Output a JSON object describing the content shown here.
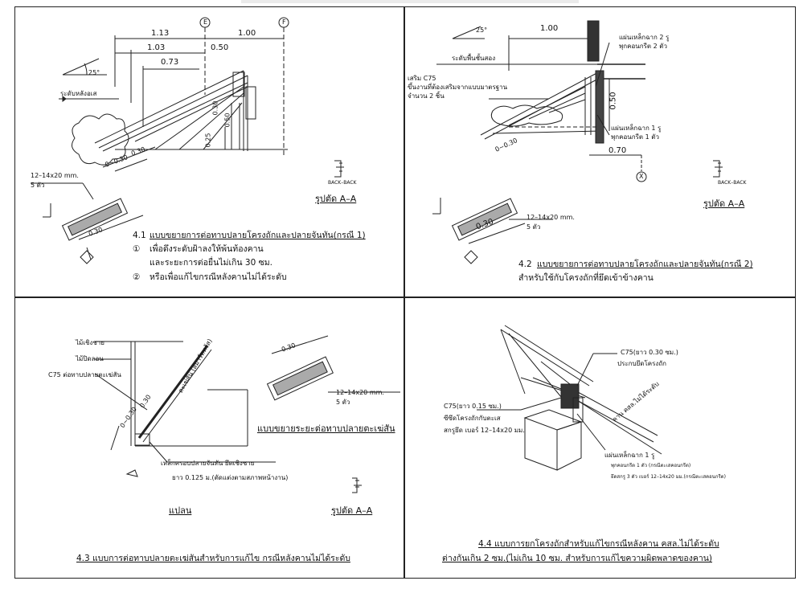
{
  "panel1": {
    "grid_e": "E",
    "grid_f": "F",
    "dim_113": "1.13",
    "dim_100": "1.00",
    "dim_103": "1.03",
    "dim_050": "0.50",
    "dim_073": "0.73",
    "angle": "25°",
    "level_label": "ระดับหลังอเส",
    "dim_030_v": "0.30",
    "dim_050_v": "0.50",
    "dim_025_v": "0.25",
    "dim_030_a": "0.30",
    "dim_030_b": "0~0.30",
    "bolt_label": "12–14x20 mm.",
    "bolt_count": "5 ตัว",
    "dim_030_c": "0.30",
    "back_back": "BACK–BACK",
    "section_label": "รูปตัด A–A",
    "caption_num": "4.1",
    "caption_title": "แบบขยายการต่อทาบปลายโครงถักและปลายจันทัน(กรณี 1)",
    "item1_mark": "①",
    "item1_line1": "เพื่อดึงระดับฝ้าลงให้พ้นท้องคาน",
    "item1_line2": "และระยะการต่อยื่นไม่เกิน 30 ซม.",
    "item2_mark": "②",
    "item2_line": "หรือเพื่อแก้ไขกรณีหลังคานไม่ได้ระดับ"
  },
  "panel2": {
    "angle": "25°",
    "dim_100": "1.00",
    "level_label": "ระดับพื้นชั้นสอง",
    "plate_top": "แผ่นเหล็กฉาก 2 รู",
    "plate_top_sub": "พุกคอนกรีต 2 ตัว",
    "reinf_1": "เสริม C75",
    "reinf_2": "ขึ้นงานที่ต้องเสริมจากแบบมาตรฐาน",
    "reinf_3": "จำนวน 2 ชิ้น",
    "dim_050_v": "0.50",
    "plate_bottom": "แผ่นเหล็กฉาก 1 รู",
    "plate_bottom_sub": "พุกคอนกรีต 1 ตัว",
    "dim_030_a": "0~0.30",
    "dim_070": "0.70",
    "grid_x": "X",
    "back_back": "BACK–BACK",
    "section_label": "รูปตัด A–A",
    "dim_030_c": "0.30",
    "bolt_label": "12–14x20 mm.",
    "bolt_count": "5 ตัว",
    "caption_num": "4.2",
    "caption_title": "แบบขยายการต่อทาบปลายโครงถักและปลายจันทัน(กรณี 2)",
    "caption_sub": "สำหรับใช้กับโครงถักที่ยึดเข้าข้างคาน"
  },
  "panel3": {
    "label_1": "ไม้เชิงชาย",
    "label_2": "ไม้ปิดลอน",
    "label_3": "C75 ต่อทาบปลายตะเฆ่สัน",
    "label_diag": "ตะเฆ่สัน (สมาร์ททรัส)",
    "dim_030": "0.30",
    "dim_030_b": "0~0.30",
    "steel_label": "เหล็กครอบปลายจันทัน ยึดเชิงชาย",
    "steel_sub": "ยาว 0.125 ม.(ตัดแต่งตามสภาพหน้างาน)",
    "plan_label": "แปลน",
    "dim_030_c": "0.30",
    "bolt_label": "12–14x20 mm.",
    "bolt_count": "5 ตัว",
    "detail_title": "แบบขยายระยะต่อทาบปลายตะเฆ่สัน",
    "section_label": "รูปตัด A–A",
    "caption": "4.3 แบบการต่อทาบปลายตะเฆ่สันสำหรับการแก้ไข กรณีหลังคานไม่ได้ระดับ"
  },
  "panel4": {
    "c75_top": "C75(ยาว 0.30 ซม.)",
    "c75_top_sub": "ประกบยึดโครงถัก",
    "c75_left": "C75(ยาว 0.15 ซม.)",
    "c75_left_sub1": "ซีซึดโครงถักกับตะเส",
    "c75_left_sub2": "สกรูยึด เบอร์ 12–14x20 มม.",
    "beam_label": "คาน คสล.ไม่ได้ระดับ",
    "plate_label": "แผ่นเหล็กฉาก 1 รู",
    "plate_sub1": "พุกคอนกรีต 1 ตัว (กรณีตะเสคอนกรีต)",
    "plate_sub2": "ยึดสกรู 3 ตัว เบอร์ 12–14x20 มม.(กรณีตะเสคอนกรีต)",
    "caption_line1": "4.4 แบบการยกโครงถักสำหรับแก้ไขกรณีหลังคาน คสล.ไม่ได้ระดับ",
    "caption_line2": "ต่างกันเกิน 2 ซม.(ไม่เกิน 10 ซม. สำหรับการแก้ไขความผิดพลาดของคาน)"
  }
}
